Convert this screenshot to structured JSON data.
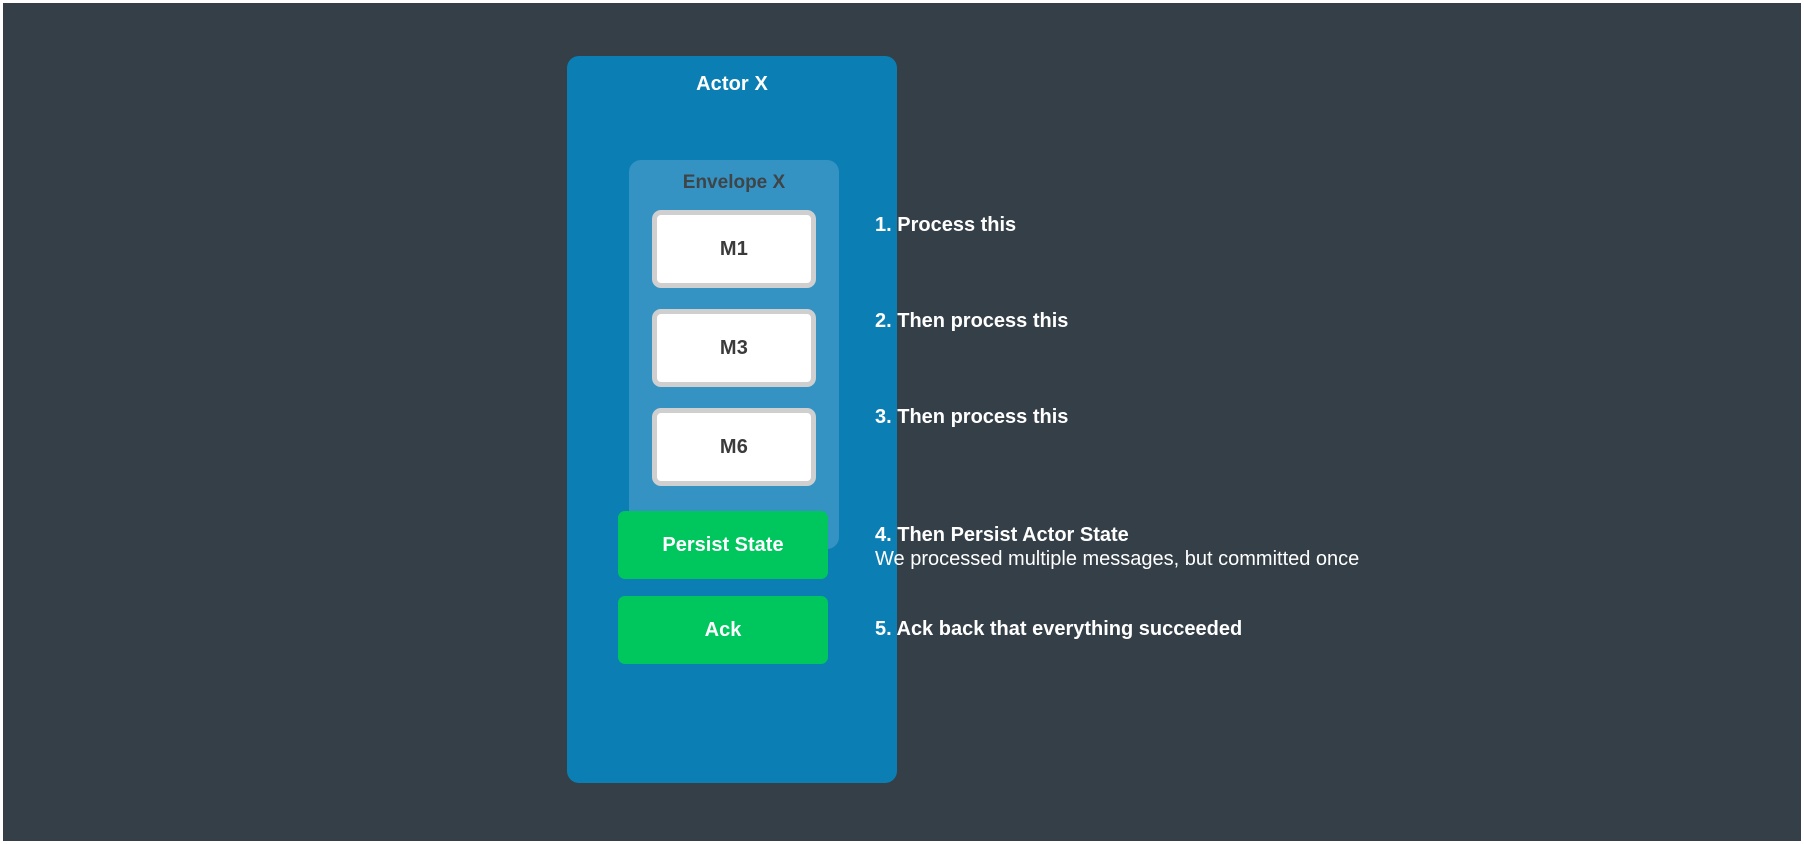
{
  "canvas": {
    "background_color": "#343f48"
  },
  "actor": {
    "title": "Actor X",
    "color": "#0b7fb4",
    "envelope": {
      "title": "Envelope X",
      "color": "#3593c4",
      "title_color": "#3f4447",
      "messages": [
        {
          "label": "M1"
        },
        {
          "label": "M3"
        },
        {
          "label": "M6"
        }
      ]
    },
    "actions": [
      {
        "label": "Persist State",
        "color": "#00c65e"
      },
      {
        "label": "Ack",
        "color": "#00c65e"
      }
    ]
  },
  "annotations": [
    {
      "title": "1. Process this",
      "sub": ""
    },
    {
      "title": "2. Then process this",
      "sub": ""
    },
    {
      "title": "3. Then process this",
      "sub": ""
    },
    {
      "title": "4. Then Persist Actor State",
      "sub": "We processed multiple messages, but committed once"
    },
    {
      "title": "5. Ack back that everything succeeded",
      "sub": ""
    }
  ]
}
